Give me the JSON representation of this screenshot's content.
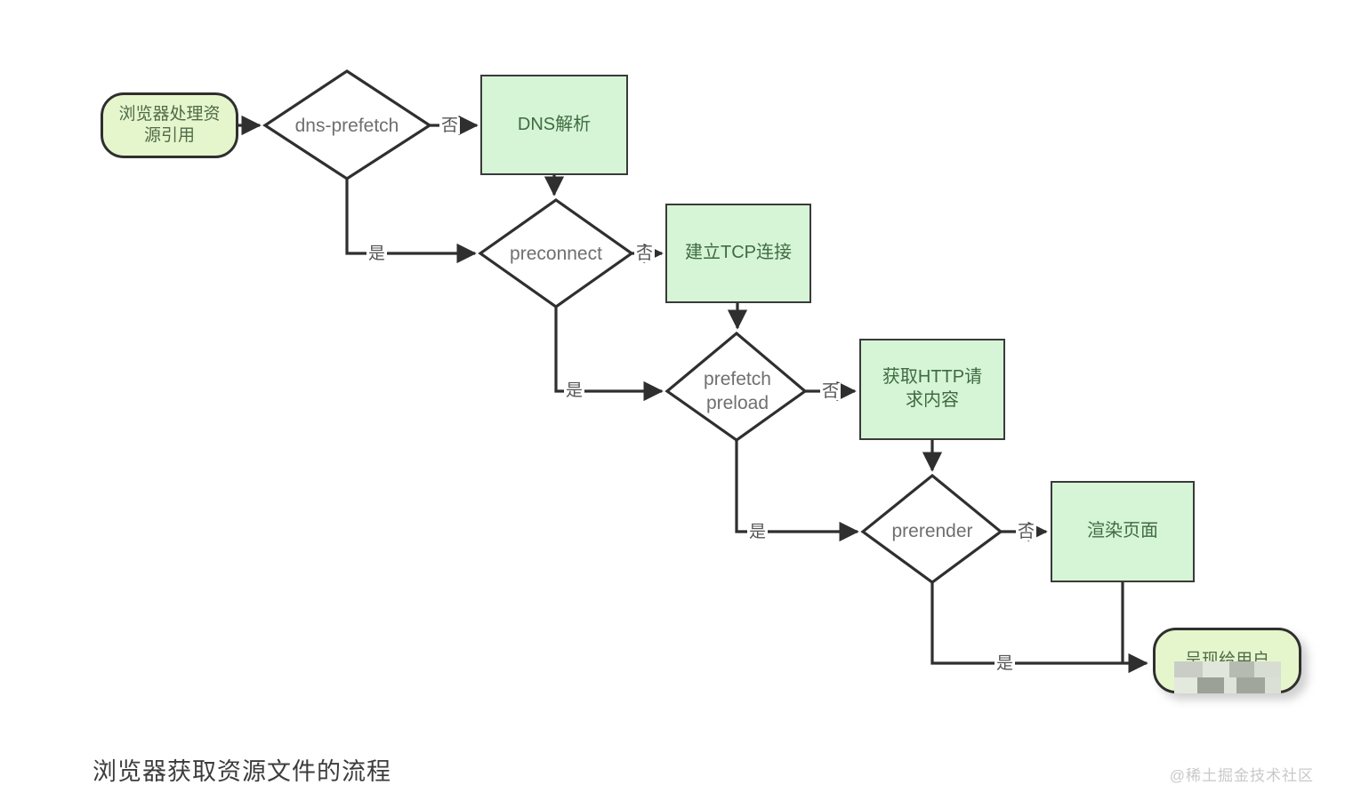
{
  "caption": "浏览器获取资源文件的流程",
  "watermark": "@稀土掘金技术社区",
  "colors": {
    "process_fill": "#d6f5d6",
    "terminator_fill": "#e6f6cc",
    "stroke": "#2f2f2f",
    "label_text": "#6f6f6f",
    "caption_text": "#3c3c3c",
    "watermark_text": "#c9c9c9",
    "canvas": "#ffffff"
  },
  "nodes": {
    "start": {
      "label": "浏览器处理资\n源引用",
      "shape": "terminator"
    },
    "dns_prefetch": {
      "label": "dns-prefetch",
      "shape": "decision"
    },
    "dns_resolve": {
      "label": "DNS解析",
      "shape": "process"
    },
    "preconnect": {
      "label": "preconnect",
      "shape": "decision"
    },
    "tcp_connect": {
      "label": "建立TCP连接",
      "shape": "process"
    },
    "prefetch_preload": {
      "label": "prefetch\npreload",
      "shape": "decision"
    },
    "http_request": {
      "label": "获取HTTP请\n求内容",
      "shape": "process"
    },
    "prerender": {
      "label": "prerender",
      "shape": "decision"
    },
    "render_page": {
      "label": "渲染页面",
      "shape": "process"
    },
    "present": {
      "label": "呈现给用户",
      "shape": "terminator"
    }
  },
  "edges": [
    {
      "from": "start",
      "to": "dns_prefetch",
      "label": ""
    },
    {
      "from": "dns_prefetch",
      "to": "dns_resolve",
      "label": "否"
    },
    {
      "from": "dns_prefetch",
      "to": "preconnect",
      "label": "是"
    },
    {
      "from": "dns_resolve",
      "to": "preconnect",
      "label": ""
    },
    {
      "from": "preconnect",
      "to": "tcp_connect",
      "label": "否"
    },
    {
      "from": "preconnect",
      "to": "prefetch_preload",
      "label": "是"
    },
    {
      "from": "tcp_connect",
      "to": "prefetch_preload",
      "label": ""
    },
    {
      "from": "prefetch_preload",
      "to": "http_request",
      "label": "否"
    },
    {
      "from": "prefetch_preload",
      "to": "prerender",
      "label": "是"
    },
    {
      "from": "http_request",
      "to": "prerender",
      "label": ""
    },
    {
      "from": "prerender",
      "to": "render_page",
      "label": "否"
    },
    {
      "from": "prerender",
      "to": "present",
      "label": "是"
    },
    {
      "from": "render_page",
      "to": "present",
      "label": ""
    }
  ],
  "edge_labels": {
    "dns_no": "否",
    "dns_yes": "是",
    "preconnect_no": "否",
    "preconnect_yes": "是",
    "prefetch_no": "否",
    "prefetch_yes": "是",
    "prerender_no": "否",
    "prerender_yes": "是"
  }
}
